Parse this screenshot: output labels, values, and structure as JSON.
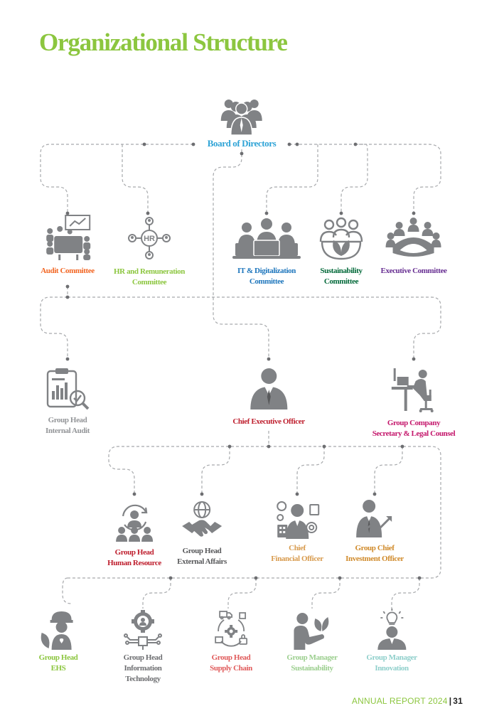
{
  "header": {
    "title": "Organizational Structure"
  },
  "colors": {
    "title": "#8cc63f",
    "icon": "#808285",
    "connector": "#a7a9ac",
    "board": "#2ea3d6",
    "audit": "#f26522",
    "hr": "#8cc63f",
    "it": "#1c75bc",
    "sustainability_committee": "#006838",
    "executive": "#662d91",
    "internal_audit": "#939598",
    "ceo": "#be1e2d",
    "secretary": "#c4166b",
    "human_resource": "#be1e2d",
    "external_affairs": "#58595b",
    "cfo": "#d89b4e",
    "investment": "#d08a2a",
    "ehs": "#8cc63f",
    "information_technology": "#6d6e71",
    "supply_chain": "#e05a5a",
    "group_sustainability": "#9ccf8f",
    "innovation": "#8fcfcb"
  },
  "board": {
    "label": "Board of Directors",
    "icon": "board-group-icon"
  },
  "committees": [
    {
      "lines": [
        "Audit Committee"
      ],
      "icon": "meeting-presentation-icon"
    },
    {
      "lines": [
        "HR and Remuneration",
        "Committee"
      ],
      "icon": "hr-network-icon"
    },
    {
      "lines": [
        "IT & Digitalization",
        "Committee"
      ],
      "icon": "laptop-team-icon"
    },
    {
      "lines": [
        "Sustainability",
        "Committee"
      ],
      "icon": "people-leaf-icon"
    },
    {
      "lines": [
        "Executive Committee"
      ],
      "icon": "round-table-icon"
    }
  ],
  "officers": [
    {
      "lines": [
        "Group Head",
        "Internal Audit"
      ],
      "icon": "audit-clipboard-icon"
    },
    {
      "lines": [
        "Chief Executive Officer"
      ],
      "icon": "executive-person-icon"
    },
    {
      "lines": [
        "Group Company",
        "Secretary & Legal Counsel"
      ],
      "icon": "desk-worker-icon"
    }
  ],
  "chiefs": [
    {
      "lines": [
        "Group Head",
        "Human Resource"
      ],
      "icon": "hr-team-cycle-icon"
    },
    {
      "lines": [
        "Group Head",
        "External Affairs"
      ],
      "icon": "globe-handshake-icon"
    },
    {
      "lines": [
        "Chief",
        "Financial Officer"
      ],
      "icon": "finance-officer-icon"
    },
    {
      "lines": [
        "Group Chief",
        "Investment Officer"
      ],
      "icon": "investment-growth-icon"
    }
  ],
  "groups": [
    {
      "lines": [
        "Group Head",
        "EHS"
      ],
      "icon": "safety-helmet-icon"
    },
    {
      "lines": [
        "Group Head",
        "Information",
        "Technology"
      ],
      "icon": "gear-circuit-icon"
    },
    {
      "lines": [
        "Group Head",
        "Supply Chain"
      ],
      "icon": "supply-chain-icon"
    },
    {
      "lines": [
        "Group Manager",
        "Sustainability"
      ],
      "icon": "plant-hand-icon"
    },
    {
      "lines": [
        "Group Manager",
        "Innovation"
      ],
      "icon": "lightbulb-person-icon"
    }
  ],
  "footer": {
    "report": "ANNUAL REPORT 2024",
    "separator": "|",
    "page": "31"
  }
}
